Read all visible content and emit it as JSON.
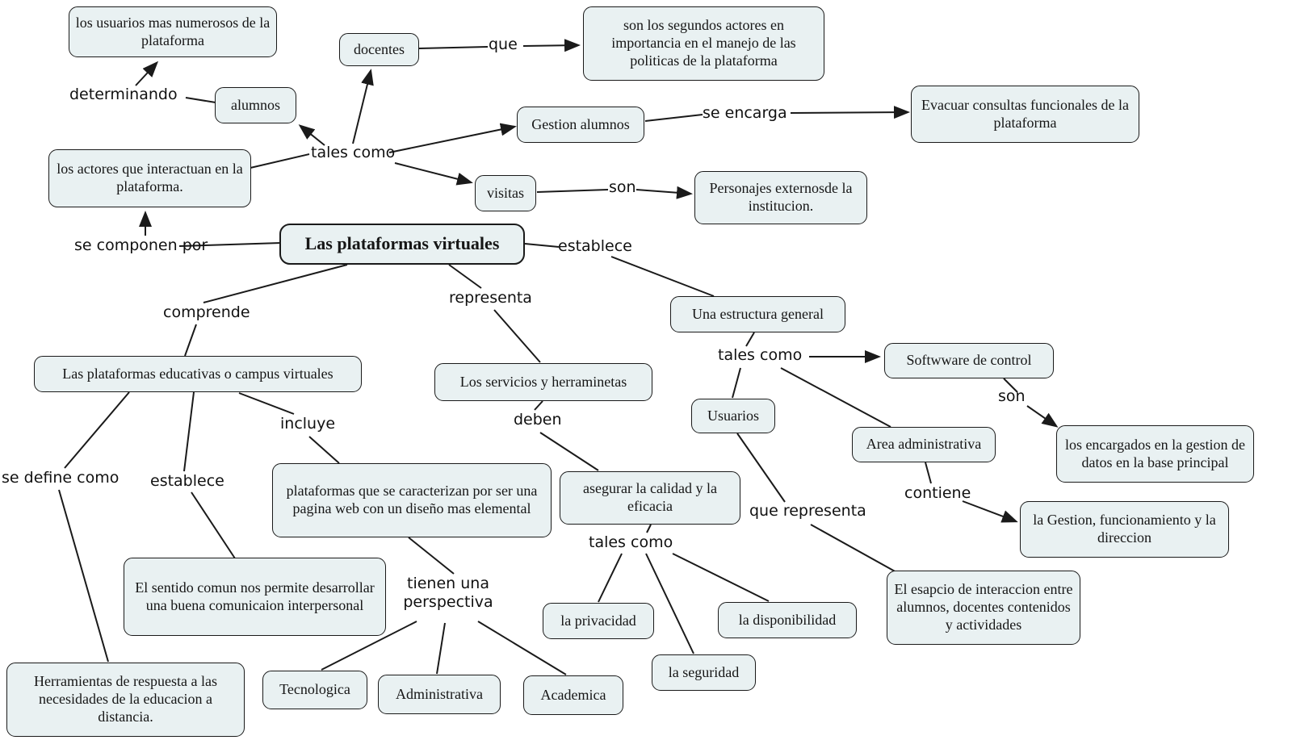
{
  "map": {
    "title": "Las plataformas virtuales",
    "nodes": {
      "usuarios_numerosos": "los usuarios mas numerosos de la plataforma",
      "docentes": "docentes",
      "segundos_actores": "son los segundos actores en importancia en el manejo de las politicas de la plataforma",
      "alumnos": "alumnos",
      "actores_interactuan": "los actores que interactuan en la plataforma.",
      "gestion_alumnos": "Gestion alumnos",
      "evacuar_consultas": "Evacuar consultas funcionales de la plataforma",
      "visitas": "visitas",
      "personajes_externos": "Personajes externosde la institucion.",
      "plataformas_virtuales": "Las plataformas virtuales",
      "estructura_general": "Una estructura general",
      "plataformas_educativas": "Las plataformas educativas o campus virtuales",
      "servicios_herramientas": "Los servicios y herraminetas",
      "software_control": "Softwware de control",
      "usuarios": "Usuarios",
      "area_administrativa": "Area administrativa",
      "encargados_gestion": "los encargados en la gestion de datos en la base principal",
      "plataformas_caracterizan": "plataformas que se caracterizan por ser una pagina web con un diseño mas elemental",
      "asegurar_calidad": "asegurar la calidad y la eficacia",
      "gestion_funcionamiento": "la Gestion, funcionamiento y la direccion",
      "sentido_comun": "El sentido comun nos permite desarrollar una buena comunicaion interpersonal",
      "privacidad": "la privacidad",
      "disponibilidad": "la disponibilidad",
      "espacio_interaccion": "El esapcio de interaccion entre alumnos, docentes contenidos y actividades",
      "seguridad": "la seguridad",
      "herramientas_respuesta": "Herramientas de respuesta a las necesidades de la educacion a distancia.",
      "tecnologica": "Tecnologica",
      "administrativa": "Administrativa",
      "academica": "Academica"
    },
    "links": {
      "determinando": "determinando",
      "que": "que",
      "se_encarga": "se encarga",
      "tales_como_top": "tales como",
      "son_visitas": "son",
      "se_componen_por": "se componen por",
      "establece_top": "establece",
      "comprende": "comprende",
      "representa": "representa",
      "tales_como_right": "tales como",
      "son_right": "son",
      "incluye": "incluye",
      "deben": "deben",
      "se_define_como": "se define como",
      "establece_left": "establece",
      "contiene": "contiene",
      "que_representa": "que representa",
      "tales_como_bottom": "tales como",
      "tienen_perspectiva": "tienen una perspectiva"
    },
    "colors": {
      "node_fill": "#e9f1f2",
      "node_border": "#1a1a1a",
      "line": "#1a1a1a",
      "background": "#ffffff"
    }
  }
}
